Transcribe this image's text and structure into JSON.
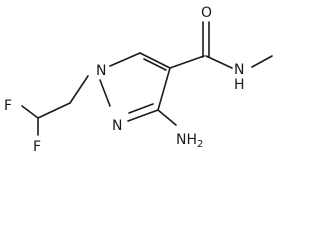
{
  "molecule": {
    "atoms": {
      "F1": "F",
      "F2": "F",
      "N1": "N",
      "N2": "N",
      "O": "O",
      "NH": "N",
      "H": "H",
      "NH2_label": "NH",
      "NH2_sub": "2"
    }
  }
}
